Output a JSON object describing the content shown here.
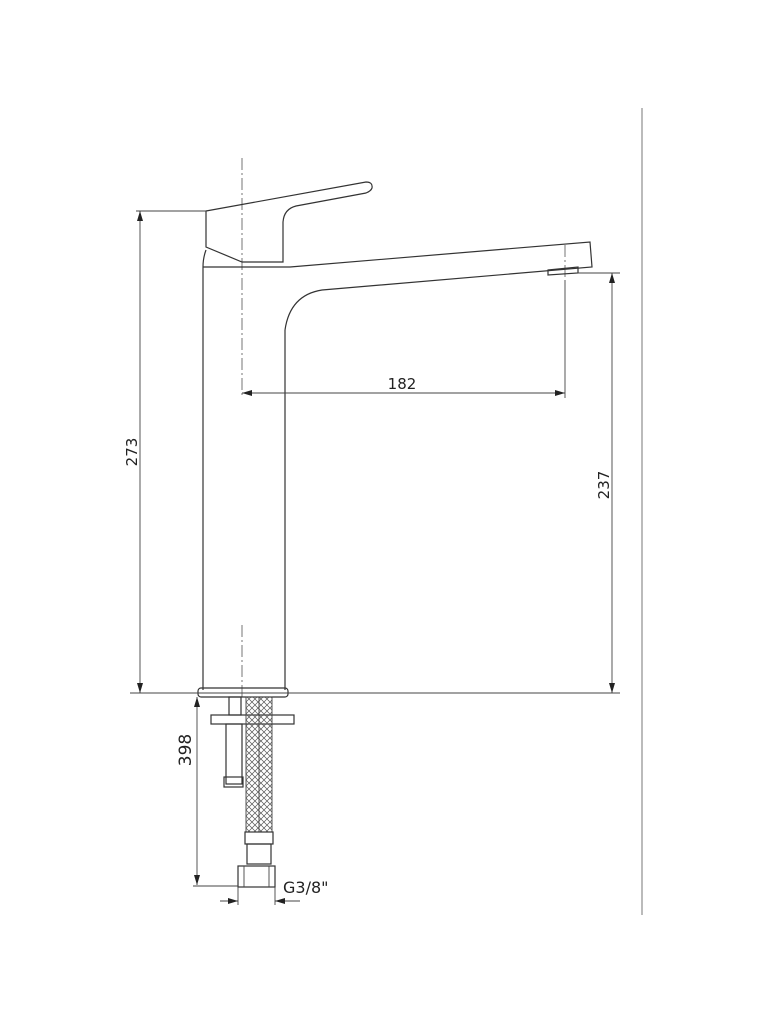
{
  "dimensions": {
    "total_height": "273",
    "spout_reach": "182",
    "spout_height": "237",
    "hose_length": "398",
    "connection": "G3/8\""
  }
}
